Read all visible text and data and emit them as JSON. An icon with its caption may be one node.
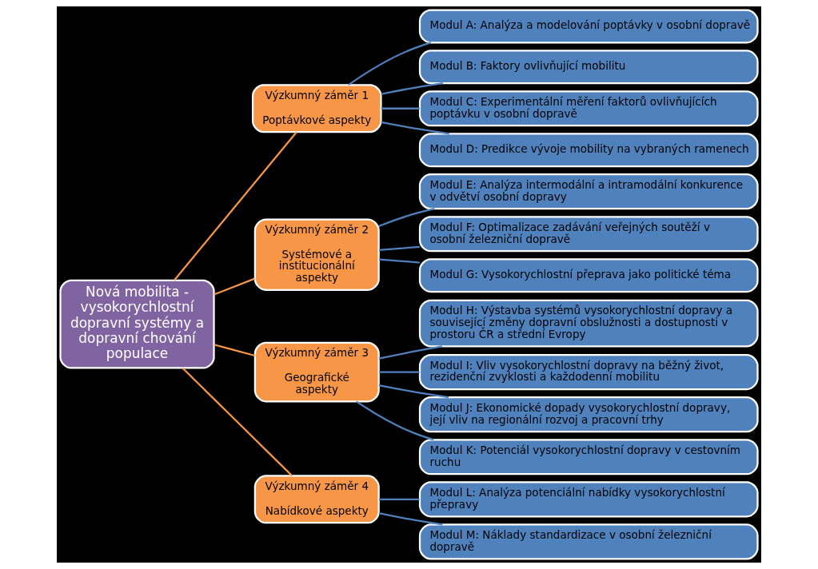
{
  "diagram": {
    "nodes": [
      {
        "text": [
          "Nová mobilita - vysokorychlostní dopravní systémy a dopravní chování populace"
        ]
      },
      {
        "text": [
          "Výzkumný záměr 1",
          "Poptávkové aspekty"
        ]
      },
      {
        "text": [
          "Výzkumný záměr 2",
          "Systémové a institucionální aspekty"
        ]
      },
      {
        "text": [
          "Výzkumný záměr 3",
          "Geografické aspekty"
        ]
      },
      {
        "text": [
          "Výzkumný záměr 4",
          "Nabídkové aspekty"
        ]
      },
      {
        "text": [
          "Modul A: Analýza a modelování poptávky v osobní dopravě"
        ]
      },
      {
        "text": [
          "Modul B: Faktory ovlivňující mobilitu"
        ]
      },
      {
        "text": [
          "Modul C: Experimentální měření faktorů ovlivňujících poptávku v osobní dopravě"
        ]
      },
      {
        "text": [
          "Modul D: Predikce vývoje mobility na vybraných ramenech"
        ]
      },
      {
        "text": [
          "Modul E: Analýza intermodální a intramodální konkurence v odvětví osobní dopravy"
        ]
      },
      {
        "text": [
          "Modul F: Optimalizace zadávání veřejných soutěží v osobní železniční dopravě"
        ]
      },
      {
        "text": [
          "Modul G: Vysokorychlostní přeprava jako politické téma"
        ]
      },
      {
        "text": [
          "Modul H: Výstavba systémů vysokorychlostní dopravy a související změny dopravní obslužnosti a dostupnosti v prostoru ČR a střední Evropy"
        ]
      },
      {
        "text": [
          "Modul I: Vliv vysokorychlostní dopravy na běžný život, rezidenční zvyklosti a každodenní mobilitu"
        ]
      },
      {
        "text": [
          "Modul J: Ekonomické dopady vysokorychlostní dopravy, její vliv na regionální rozvoj a pracovní trhy"
        ]
      },
      {
        "text": [
          "Modul K: Potenciál vysokorychlostní dopravy v cestovním ruchu"
        ]
      },
      {
        "text": [
          "Modul L: Analýza potenciální nabídky vysokorychlostní přepravy"
        ]
      },
      {
        "text": [
          "Modul M: Náklady standardizace v osobní železniční dopravě"
        ]
      }
    ],
    "edges": [
      {
        "from": 0,
        "to": 1,
        "arrow": "none",
        "color": "#f79646"
      },
      {
        "from": 0,
        "to": 2,
        "arrow": "none",
        "color": "#f79646"
      },
      {
        "from": 0,
        "to": 3,
        "arrow": "none",
        "color": "#f79646"
      },
      {
        "from": 0,
        "to": 4,
        "arrow": "none",
        "color": "#f79646"
      },
      {
        "from": 1,
        "to": 5,
        "arrow": "none"
      },
      {
        "from": 1,
        "to": 6,
        "arrow": "none"
      },
      {
        "from": 1,
        "to": 7,
        "arrow": "none"
      },
      {
        "from": 1,
        "to": 8,
        "arrow": "none"
      },
      {
        "from": 2,
        "to": 9,
        "arrow": "none"
      },
      {
        "from": 2,
        "to": 10,
        "arrow": "none"
      },
      {
        "from": 2,
        "to": 11,
        "arrow": "none"
      },
      {
        "from": 3,
        "to": 12,
        "arrow": "none"
      },
      {
        "from": 3,
        "to": 13,
        "arrow": "none"
      },
      {
        "from": 3,
        "to": 14,
        "arrow": "none"
      },
      {
        "from": 3,
        "to": 15,
        "arrow": "none"
      },
      {
        "from": 4,
        "to": 16,
        "arrow": "none"
      },
      {
        "from": 4,
        "to": 17,
        "arrow": "none"
      }
    ]
  }
}
